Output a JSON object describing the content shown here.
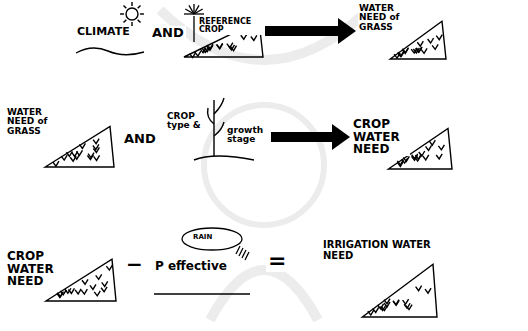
{
  "diagram": {
    "nodes": [
      {
        "text": [
          "CLIMATE"
        ]
      },
      {
        "text": [
          "REFERENCE CROP"
        ]
      },
      {
        "text": [
          "WATER NEED of GRASS"
        ]
      },
      {
        "text": [
          "WATER NEED of GRASS"
        ]
      },
      {
        "text": [
          "CROP type &",
          "growth stage"
        ]
      },
      {
        "text": [
          "CROP WATER NEED"
        ]
      },
      {
        "text": [
          "CROP WATER NEED"
        ]
      },
      {
        "text": [
          "RAIN",
          "P effective"
        ]
      },
      {
        "text": [
          "IRRIGATION WATER NEED"
        ]
      }
    ],
    "edges": [
      {
        "from": 1,
        "to": 2,
        "arrow": "to"
      },
      {
        "from": 4,
        "to": 5,
        "arrow": "to"
      }
    ],
    "labels": [
      "AND",
      "AND",
      "−",
      "="
    ]
  }
}
